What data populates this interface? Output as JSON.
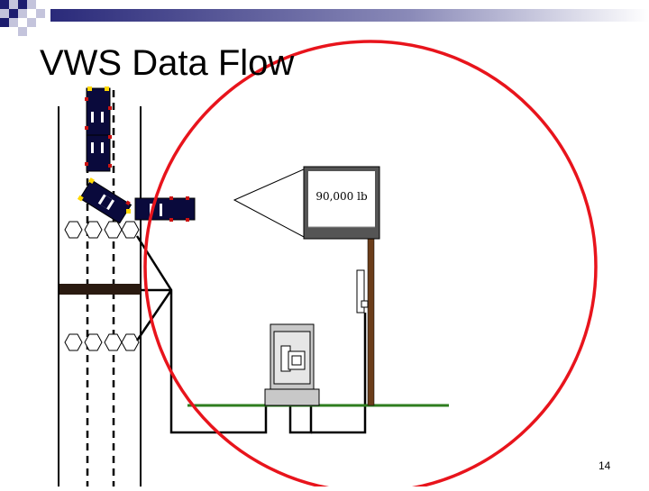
{
  "slide": {
    "title": "VWS Data Flow",
    "page_number": "14"
  },
  "diagram": {
    "sign_text": "90,000 lb",
    "colors": {
      "circle": "#e8141c",
      "ground": "#2e7d1f",
      "pole": "#6b3d1a",
      "truck": "#0a0a3c",
      "sign_frame": "#555555",
      "cabinet": "#c8c8c8"
    }
  }
}
